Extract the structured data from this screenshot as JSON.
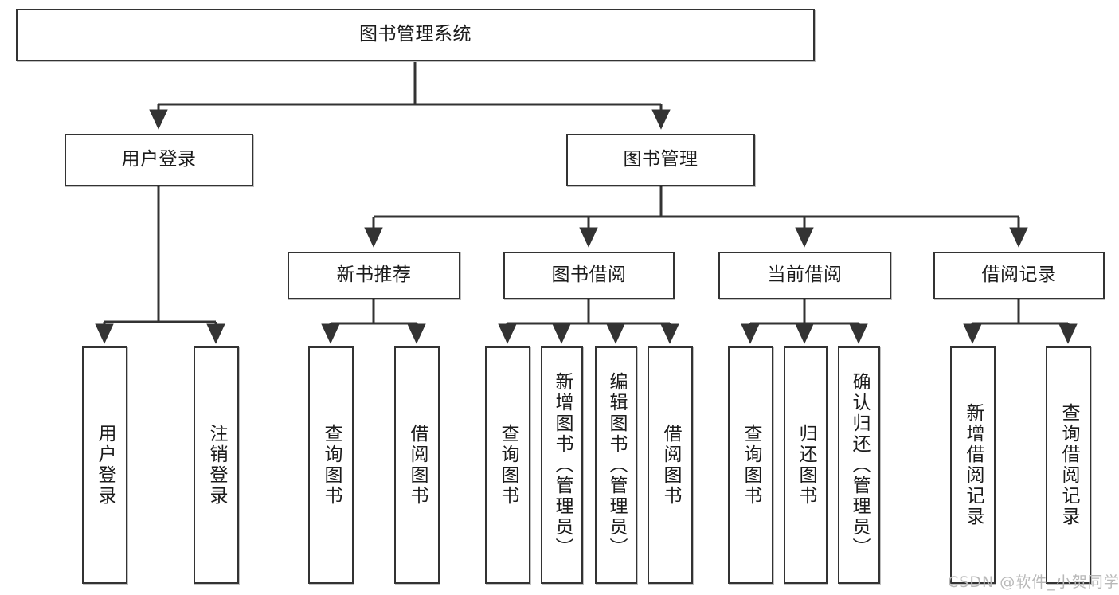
{
  "diagram": {
    "title": "图书管理系统",
    "watermark": "CSDN @软件_小贺同学",
    "style": {
      "box_border_color": "#333333",
      "box_fill_color": "#ffffff",
      "edge_color": "#333333",
      "text_color": "#1b1b1b",
      "watermark_color": "#b8b8b8",
      "background_color": "#ffffff"
    },
    "nodes": {
      "root": {
        "label": "图书管理系统"
      },
      "l1": [
        {
          "label": "用户登录"
        },
        {
          "label": "图书管理"
        }
      ],
      "l2": [
        {
          "label": "新书推荐"
        },
        {
          "label": "图书借阅"
        },
        {
          "label": "当前借阅"
        },
        {
          "label": "借阅记录"
        }
      ],
      "leaves_user_login": [
        {
          "label": "用户登录"
        },
        {
          "label": "注销登录"
        }
      ],
      "leaves_new_book": [
        {
          "label": "查询图书"
        },
        {
          "label": "借阅图书"
        }
      ],
      "leaves_borrow": [
        {
          "label": "查询图书"
        },
        {
          "label": "新增图书（管理员）"
        },
        {
          "label": "编辑图书（管理员）"
        },
        {
          "label": "借阅图书"
        }
      ],
      "leaves_current": [
        {
          "label": "查询图书"
        },
        {
          "label": "归还图书"
        },
        {
          "label": "确认归还（管理员）"
        }
      ],
      "leaves_records": [
        {
          "label": "新增借阅记录"
        },
        {
          "label": "查询借阅记录"
        }
      ]
    }
  }
}
